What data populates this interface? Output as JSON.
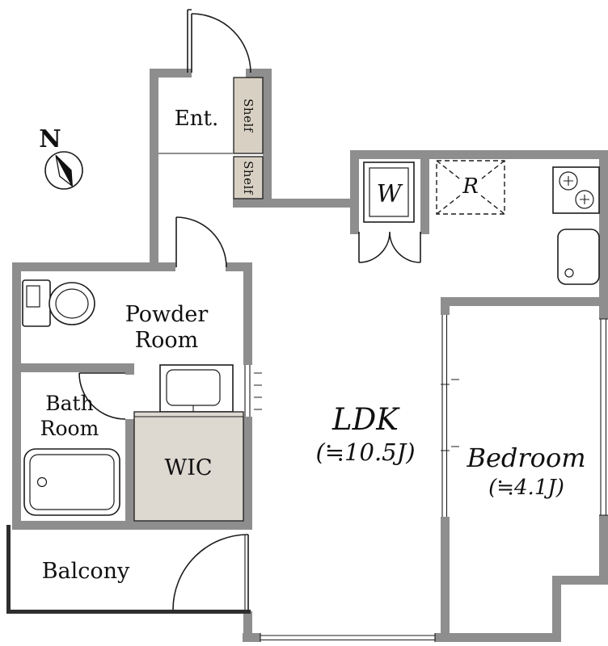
{
  "colors": {
    "wall": "#8e8e8e",
    "line": "#1c1c1c",
    "shelf_fill": "#d8d0c3",
    "wic_fill": "#ddd8d0",
    "background": "#ffffff"
  },
  "compass": {
    "label": "N"
  },
  "rooms": {
    "entrance": {
      "label": "Ent."
    },
    "shelf_upper": {
      "label": "Shelf"
    },
    "shelf_lower": {
      "label": "Shelf"
    },
    "washer": {
      "label": "W"
    },
    "refrigerator": {
      "label": "R"
    },
    "powder_room": {
      "line1": "Powder",
      "line2": "Room"
    },
    "bath_room": {
      "line1": "Bath",
      "line2": "Room"
    },
    "wic": {
      "label": "WIC"
    },
    "ldk": {
      "label": "LDK",
      "size": "(≒10.5J)"
    },
    "bedroom": {
      "label": "Bedroom",
      "size": "(≒4.1J)"
    },
    "balcony": {
      "label": "Balcony"
    }
  }
}
